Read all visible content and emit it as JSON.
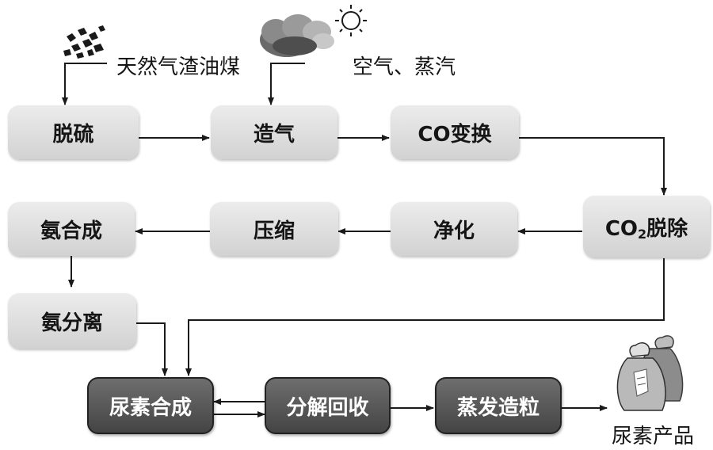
{
  "inputs": {
    "fuel": "天然气渣油煤",
    "air": "空气、蒸汽"
  },
  "nodes": {
    "desulfurization": "脱硫",
    "gasification": "造气",
    "co_shift_prefix": "CO",
    "co_shift_suffix": "变换",
    "co2_removal_prefix": "CO",
    "co2_removal_sub": "2",
    "co2_removal_suffix": "脱除",
    "purification": "净化",
    "compression": "压缩",
    "ammonia_synthesis": "氨合成",
    "ammonia_separation": "氨分离",
    "urea_synthesis": "尿素合成",
    "decomposition_recovery": "分解回收",
    "evaporation_granulation": "蒸发造粒"
  },
  "output": {
    "product": "尿素产品"
  },
  "colors": {
    "light_node": "#dcdcdc",
    "dark_node": "#555555",
    "arrow": "#1a1a1a"
  }
}
